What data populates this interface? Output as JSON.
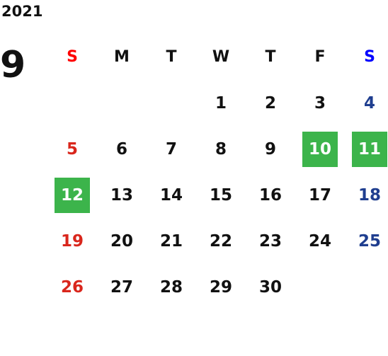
{
  "calendar": {
    "year": "2021",
    "month": "9",
    "weekdays": [
      "S",
      "M",
      "T",
      "W",
      "T",
      "F",
      "S"
    ],
    "weeks": [
      [
        "",
        "",
        "",
        "1",
        "2",
        "3",
        "4"
      ],
      [
        "5",
        "6",
        "7",
        "8",
        "9",
        "10",
        "11"
      ],
      [
        "12",
        "13",
        "14",
        "15",
        "16",
        "17",
        "18"
      ],
      [
        "19",
        "20",
        "21",
        "22",
        "23",
        "24",
        "25"
      ],
      [
        "26",
        "27",
        "28",
        "29",
        "30",
        "",
        ""
      ]
    ],
    "highlighted_days": [
      "10",
      "11",
      "12"
    ]
  },
  "colors": {
    "sunday": "#d9261c",
    "saturday": "#1f3e8f",
    "sunday_header": "#ff0000",
    "saturday_header": "#0000ff",
    "highlight": "#3cb44b"
  }
}
